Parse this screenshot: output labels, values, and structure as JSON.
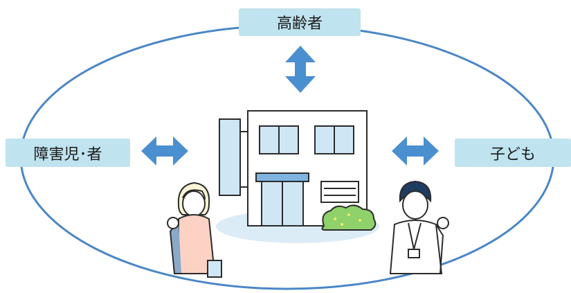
{
  "labels": {
    "elderly": "高齢者",
    "disabled": "障害児･者",
    "children": "子ども"
  },
  "colors": {
    "ellipse": "#4a86c5",
    "arrow": "#4a8fd0",
    "label_bg": "#bfe3ef",
    "building_fill": "#ffffff",
    "window_fill": "#cfe6f5",
    "ground_shadow": "#dcecf7",
    "shrub": "#8fd16a",
    "outline": "#2b2b2b"
  },
  "icons": [
    "building-icon",
    "female-staff-icon",
    "male-staff-icon",
    "double-arrow-icon"
  ]
}
